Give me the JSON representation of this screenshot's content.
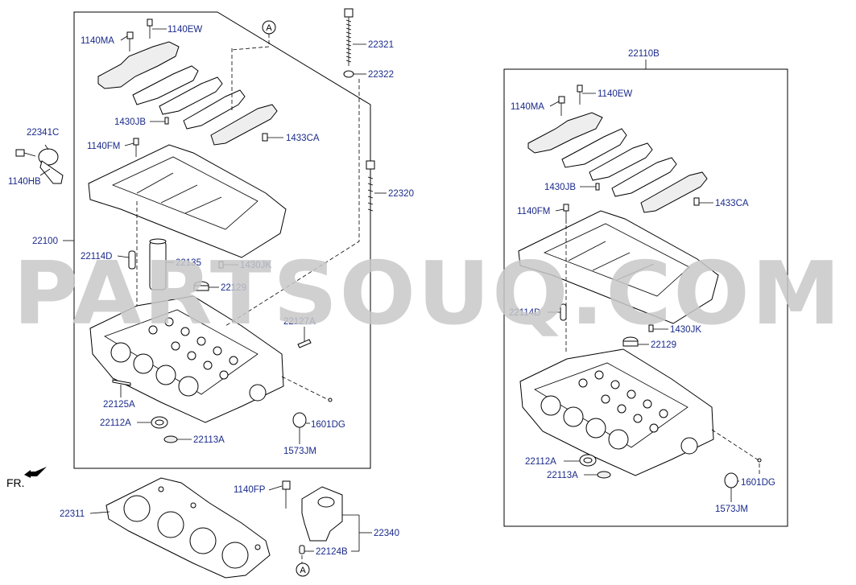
{
  "watermark": "PARTSOUQ.COM",
  "orientation_label": "FR.",
  "left_assembly": {
    "labels": {
      "l_1140EW": "1140EW",
      "l_1140MA": "1140MA",
      "l_22321": "22321",
      "l_22322": "22322",
      "l_1430JB": "1430JB",
      "l_22341C": "22341C",
      "l_1433CA": "1433CA",
      "l_1140FM": "1140FM",
      "l_1140HB": "1140HB",
      "l_22320": "22320",
      "l_22100": "22100",
      "l_22114D": "22114D",
      "l_22135": "22135",
      "l_1430JK": "1430JK",
      "l_22129": "22129",
      "l_22127A": "22127A",
      "l_22125A": "22125A",
      "l_22112A": "22112A",
      "l_1601DG": "1601DG",
      "l_22113A": "22113A",
      "l_1573JM": "1573JM"
    },
    "ref_marker": "A"
  },
  "lower_parts": {
    "labels": {
      "l_1140FP": "1140FP",
      "l_22311": "22311",
      "l_22340": "22340",
      "l_22124B": "22124B"
    },
    "ref_marker": "A"
  },
  "right_assembly": {
    "title": "22110B",
    "labels": {
      "r_1140EW": "1140EW",
      "r_1140MA": "1140MA",
      "r_1430JB": "1430JB",
      "r_1433CA": "1433CA",
      "r_1140FM": "1140FM",
      "r_22114D": "22114D",
      "r_1430JK": "1430JK",
      "r_22129": "22129",
      "r_22112A": "22112A",
      "r_22113A": "22113A",
      "r_1601DG": "1601DG",
      "r_1573JM": "1573JM"
    }
  }
}
